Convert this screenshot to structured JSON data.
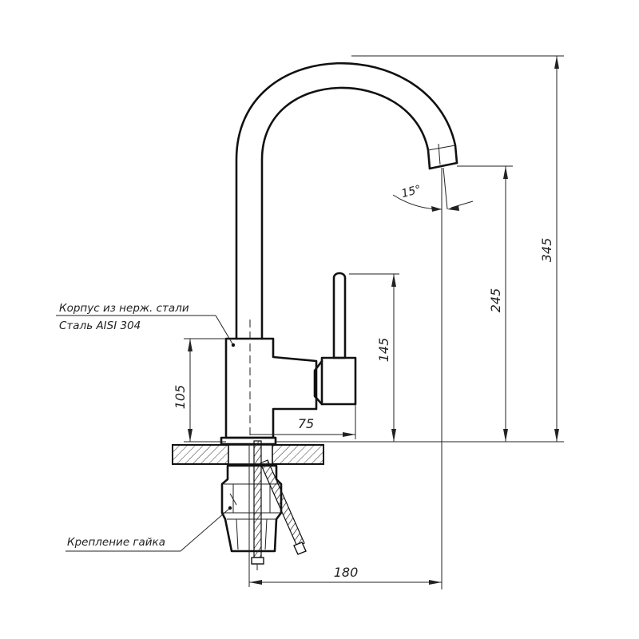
{
  "labels": {
    "body_material_line1": "Корпус из нерж. стали",
    "body_material_line2": "Сталь AISI 304",
    "mount_nut": "Крепление гайка"
  },
  "dimensions": {
    "total_height": "345",
    "spout_height": "245",
    "lever_height": "145",
    "body_height": "105",
    "lever_offset": "75",
    "spout_reach": "180",
    "spout_angle": "15°"
  }
}
